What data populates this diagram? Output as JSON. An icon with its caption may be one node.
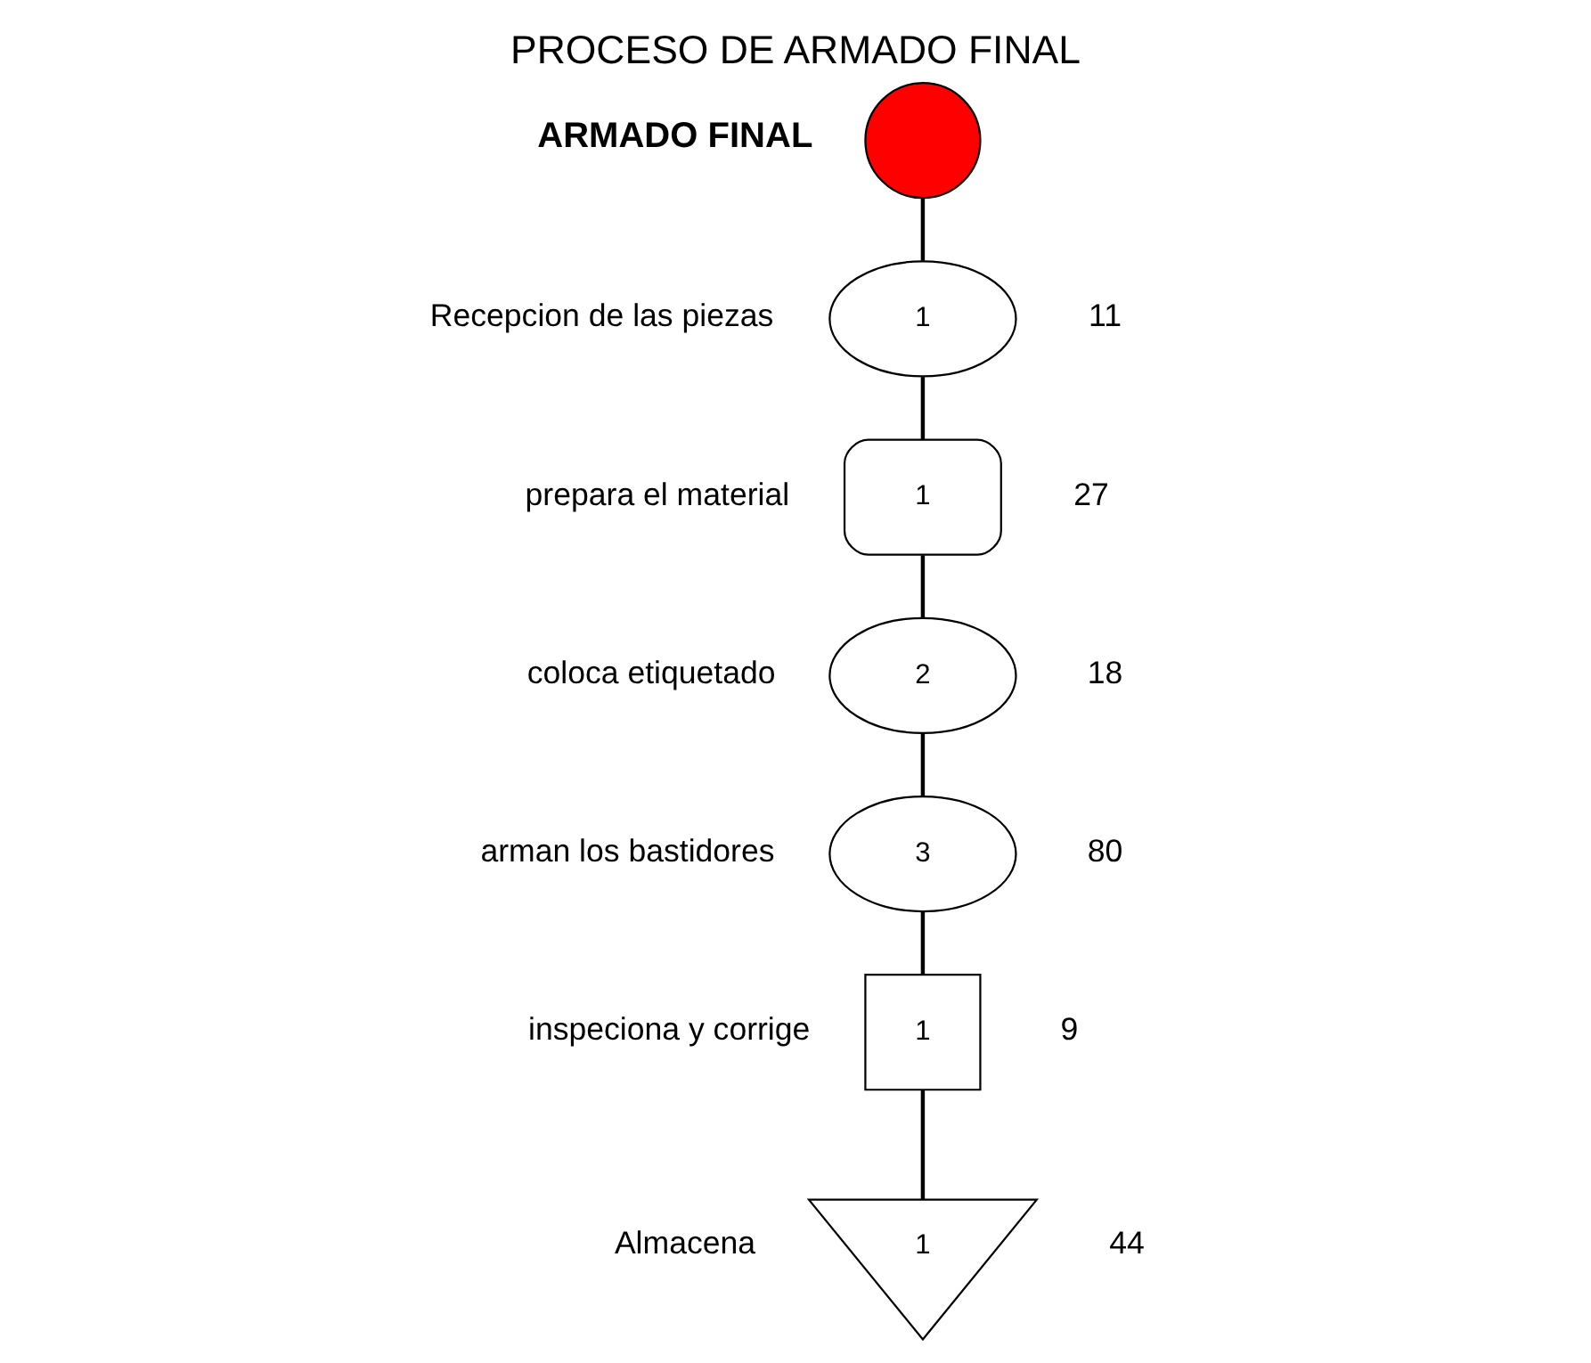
{
  "diagram": {
    "title": "PROCESO DE ARMADO FINAL",
    "nodes": [
      {
        "text": [],
        "shape": "circle"
      },
      {
        "text": [
          "1"
        ],
        "beside": [
          "Recepcion de las piezas",
          "11"
        ]
      },
      {
        "text": [
          "1"
        ],
        "beside": [
          "prepara el material",
          "27"
        ]
      },
      {
        "text": [
          "2"
        ],
        "beside": [
          "coloca etiquetado",
          "18"
        ]
      },
      {
        "text": [
          "3"
        ],
        "beside": [
          "arman los bastidores",
          "80"
        ]
      },
      {
        "text": [
          "1"
        ],
        "beside": [
          "inspeciona y corrige",
          "9"
        ]
      },
      {
        "text": [
          "1"
        ],
        "beside": [
          "Almacena",
          "44"
        ]
      }
    ],
    "edges": [
      {
        "from": 0,
        "to": 1,
        "arrow": "none"
      },
      {
        "from": 1,
        "to": 2,
        "arrow": "none"
      },
      {
        "from": 2,
        "to": 3,
        "arrow": "none"
      },
      {
        "from": 3,
        "to": 4,
        "arrow": "none"
      },
      {
        "from": 4,
        "to": 5,
        "arrow": "none"
      },
      {
        "from": 5,
        "to": 6,
        "arrow": "none"
      }
    ],
    "labels": [
      "ARMADO FINAL"
    ]
  }
}
